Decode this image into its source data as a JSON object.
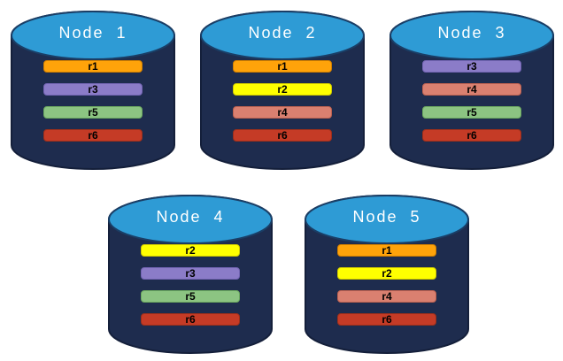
{
  "diagram": {
    "theme": {
      "background": "#FFFFFF",
      "cylinder_body_fill": "#1E2C4E",
      "cylinder_body_stroke": "#141F3A",
      "cylinder_top_fill": "#2E9BD5",
      "cylinder_top_stroke": "#1A3E66",
      "title_color": "#FFFFFF",
      "bar_text_color": "#000000"
    },
    "nodes": [
      {
        "title": "Node  1",
        "bars": [
          {
            "label": "r1",
            "fill": "#FFA30A",
            "border": "#D07E00"
          },
          {
            "label": "r3",
            "fill": "#8B7CC8",
            "border": "#7264B2"
          },
          {
            "label": "r5",
            "fill": "#8CC482",
            "border": "#6BA85F"
          },
          {
            "label": "r6",
            "fill": "#C53B26",
            "border": "#9C2F1B"
          }
        ]
      },
      {
        "title": "Node  2",
        "bars": [
          {
            "label": "r1",
            "fill": "#FFA30A",
            "border": "#D07E00"
          },
          {
            "label": "r2",
            "fill": "#FFFF00",
            "border": "#CFC800"
          },
          {
            "label": "r4",
            "fill": "#DA8070",
            "border": "#BC6150"
          },
          {
            "label": "r6",
            "fill": "#C53B26",
            "border": "#9C2F1B"
          }
        ]
      },
      {
        "title": "Node  3",
        "bars": [
          {
            "label": "r3",
            "fill": "#8B7CC8",
            "border": "#7264B2"
          },
          {
            "label": "r4",
            "fill": "#DA8070",
            "border": "#BC6150"
          },
          {
            "label": "r5",
            "fill": "#8CC482",
            "border": "#6BA85F"
          },
          {
            "label": "r6",
            "fill": "#C53B26",
            "border": "#9C2F1B"
          }
        ]
      },
      {
        "title": "Node  4",
        "bars": [
          {
            "label": "r2",
            "fill": "#FFFF00",
            "border": "#CFC800"
          },
          {
            "label": "r3",
            "fill": "#8B7CC8",
            "border": "#7264B2"
          },
          {
            "label": "r5",
            "fill": "#8CC482",
            "border": "#6BA85F"
          },
          {
            "label": "r6",
            "fill": "#C53B26",
            "border": "#9C2F1B"
          }
        ]
      },
      {
        "title": "Node  5",
        "bars": [
          {
            "label": "r1",
            "fill": "#FFA30A",
            "border": "#D07E00"
          },
          {
            "label": "r2",
            "fill": "#FFFF00",
            "border": "#CFC800"
          },
          {
            "label": "r4",
            "fill": "#DA8070",
            "border": "#BC6150"
          },
          {
            "label": "r6",
            "fill": "#C53B26",
            "border": "#9C2F1B"
          }
        ]
      }
    ]
  }
}
